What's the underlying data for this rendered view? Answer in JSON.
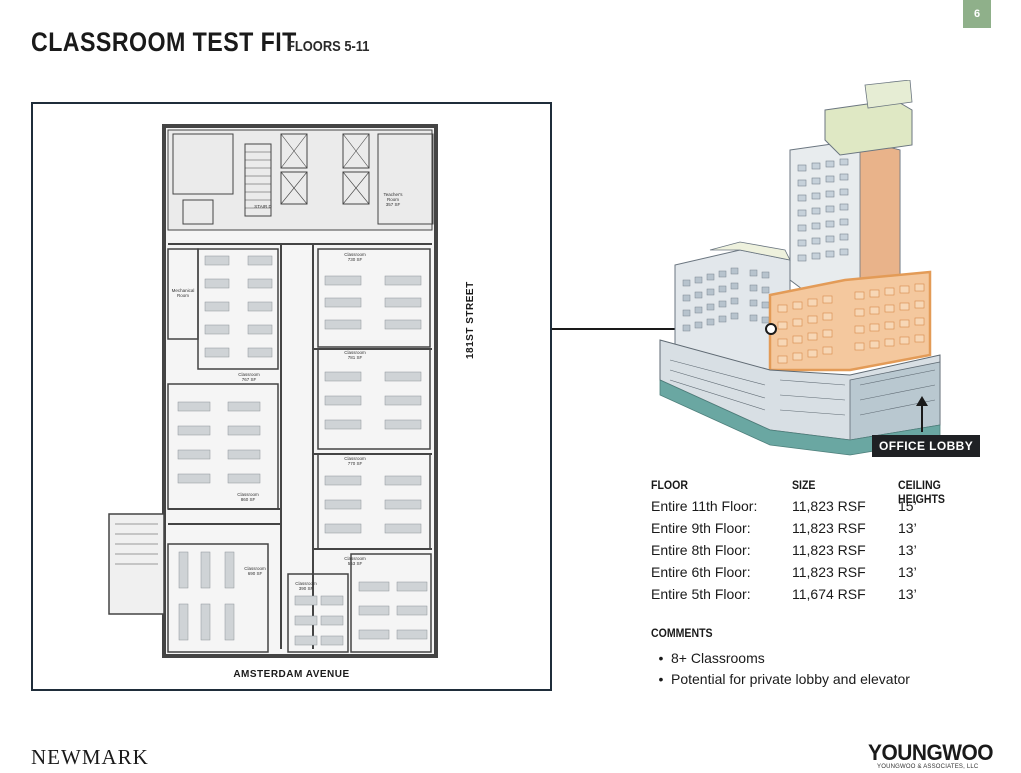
{
  "page_number": "6",
  "header": {
    "title": "CLASSROOM TEST FIT",
    "subtitle": "FLOORS 5-11"
  },
  "floor_plan": {
    "street_side": "181ST STREET",
    "street_bottom": "AMSTERDAM AVENUE",
    "room_labels": [
      "Classroom\n730 SF",
      "Teacher's\nRoom\n357 SF",
      "Mechanical\nRoom",
      "STAIR D",
      "Classroom\n767 SF",
      "Classroom\n781 SF",
      "Classroom\n860 SF",
      "Classroom\n770 SF",
      "Classroom\n690 SF",
      "Classroom\n390 SF",
      "Classroom\n553 SF"
    ]
  },
  "callout": {
    "lobby_label": "OFFICE LOBBY"
  },
  "colors": {
    "accent_orange": "#e39b57",
    "page_tab_green": "#8fb08a",
    "frame_navy": "#1f2d3a",
    "lobby_teal": "#6aa7a2"
  },
  "specs": {
    "headers": {
      "floor": "FLOOR",
      "size": "SIZE",
      "ceiling": "CEILING HEIGHTS"
    },
    "rows": [
      {
        "floor": "Entire 11th Floor:",
        "size": "11,823 RSF",
        "ceiling": "15’"
      },
      {
        "floor": "Entire 9th Floor:",
        "size": "11,823 RSF",
        "ceiling": "13’"
      },
      {
        "floor": "Entire 8th Floor:",
        "size": "11,823 RSF",
        "ceiling": "13’"
      },
      {
        "floor": "Entire 6th Floor:",
        "size": "11,823 RSF",
        "ceiling": "13’"
      },
      {
        "floor": "Entire 5th Floor:",
        "size": "11,674 RSF",
        "ceiling": "13’"
      }
    ]
  },
  "comments": {
    "title": "COMMENTS",
    "items": [
      "8+ Classrooms",
      "Potential for private lobby and elevator"
    ]
  },
  "footer": {
    "left_brand": "NEWMARK",
    "right_brand": "YOUNGWOO",
    "right_brand_sub": "YOUNGWOO & ASSOCIATES, LLC"
  }
}
